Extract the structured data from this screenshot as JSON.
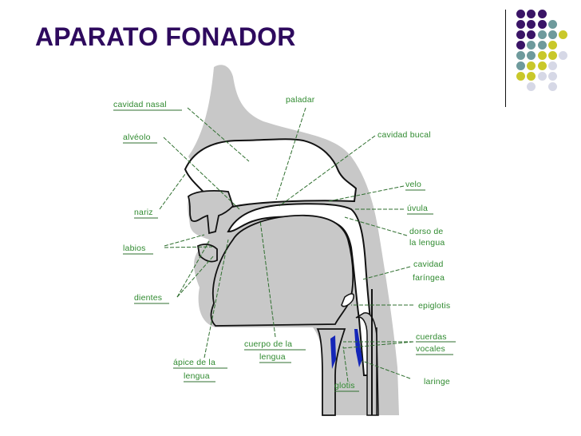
{
  "slide": {
    "title": "APARATO FONADOR",
    "title_color": "#2e0a5e"
  },
  "decoration": {
    "dot_colors": {
      "P": "#3a1466",
      "T": "#6e9a9c",
      "Y": "#c9c82a",
      "L": "#d6d8e6"
    },
    "dot_grid": [
      "PPP..",
      "PPPT.",
      "PPTTY",
      "PTTY.",
      "TTYYL",
      "TYYL.",
      "YYLL.",
      ".L.L."
    ]
  },
  "diagram": {
    "colors": {
      "tissue": "#c8c8c8",
      "outline": "#111111",
      "vocal_cords": "#1426b8",
      "label": "#2f8a2f",
      "leader": "#2f6f2f"
    },
    "labels": {
      "cavidad_nasal": "cavidad nasal",
      "alveolo": "alvéolo",
      "paladar": "paladar",
      "cavidad_bucal": "cavidad bucal",
      "nariz": "nariz",
      "velo": "velo",
      "uvula": "úvula",
      "labios": "labios",
      "dorso_1": "dorso de",
      "dorso_2": "la lengua",
      "cav_far_1": "cavidad",
      "cav_far_2": "faríngea",
      "dientes": "dientes",
      "epiglotis": "epiglotis",
      "cuerdas_1": "cuerdas",
      "cuerdas_2": "vocales",
      "apice_1": "ápice de la",
      "apice_2": "lengua",
      "cuerpo_1": "cuerpo de la",
      "cuerpo_2": "lengua",
      "glotis": "glotis",
      "laringe": "laringe"
    }
  }
}
